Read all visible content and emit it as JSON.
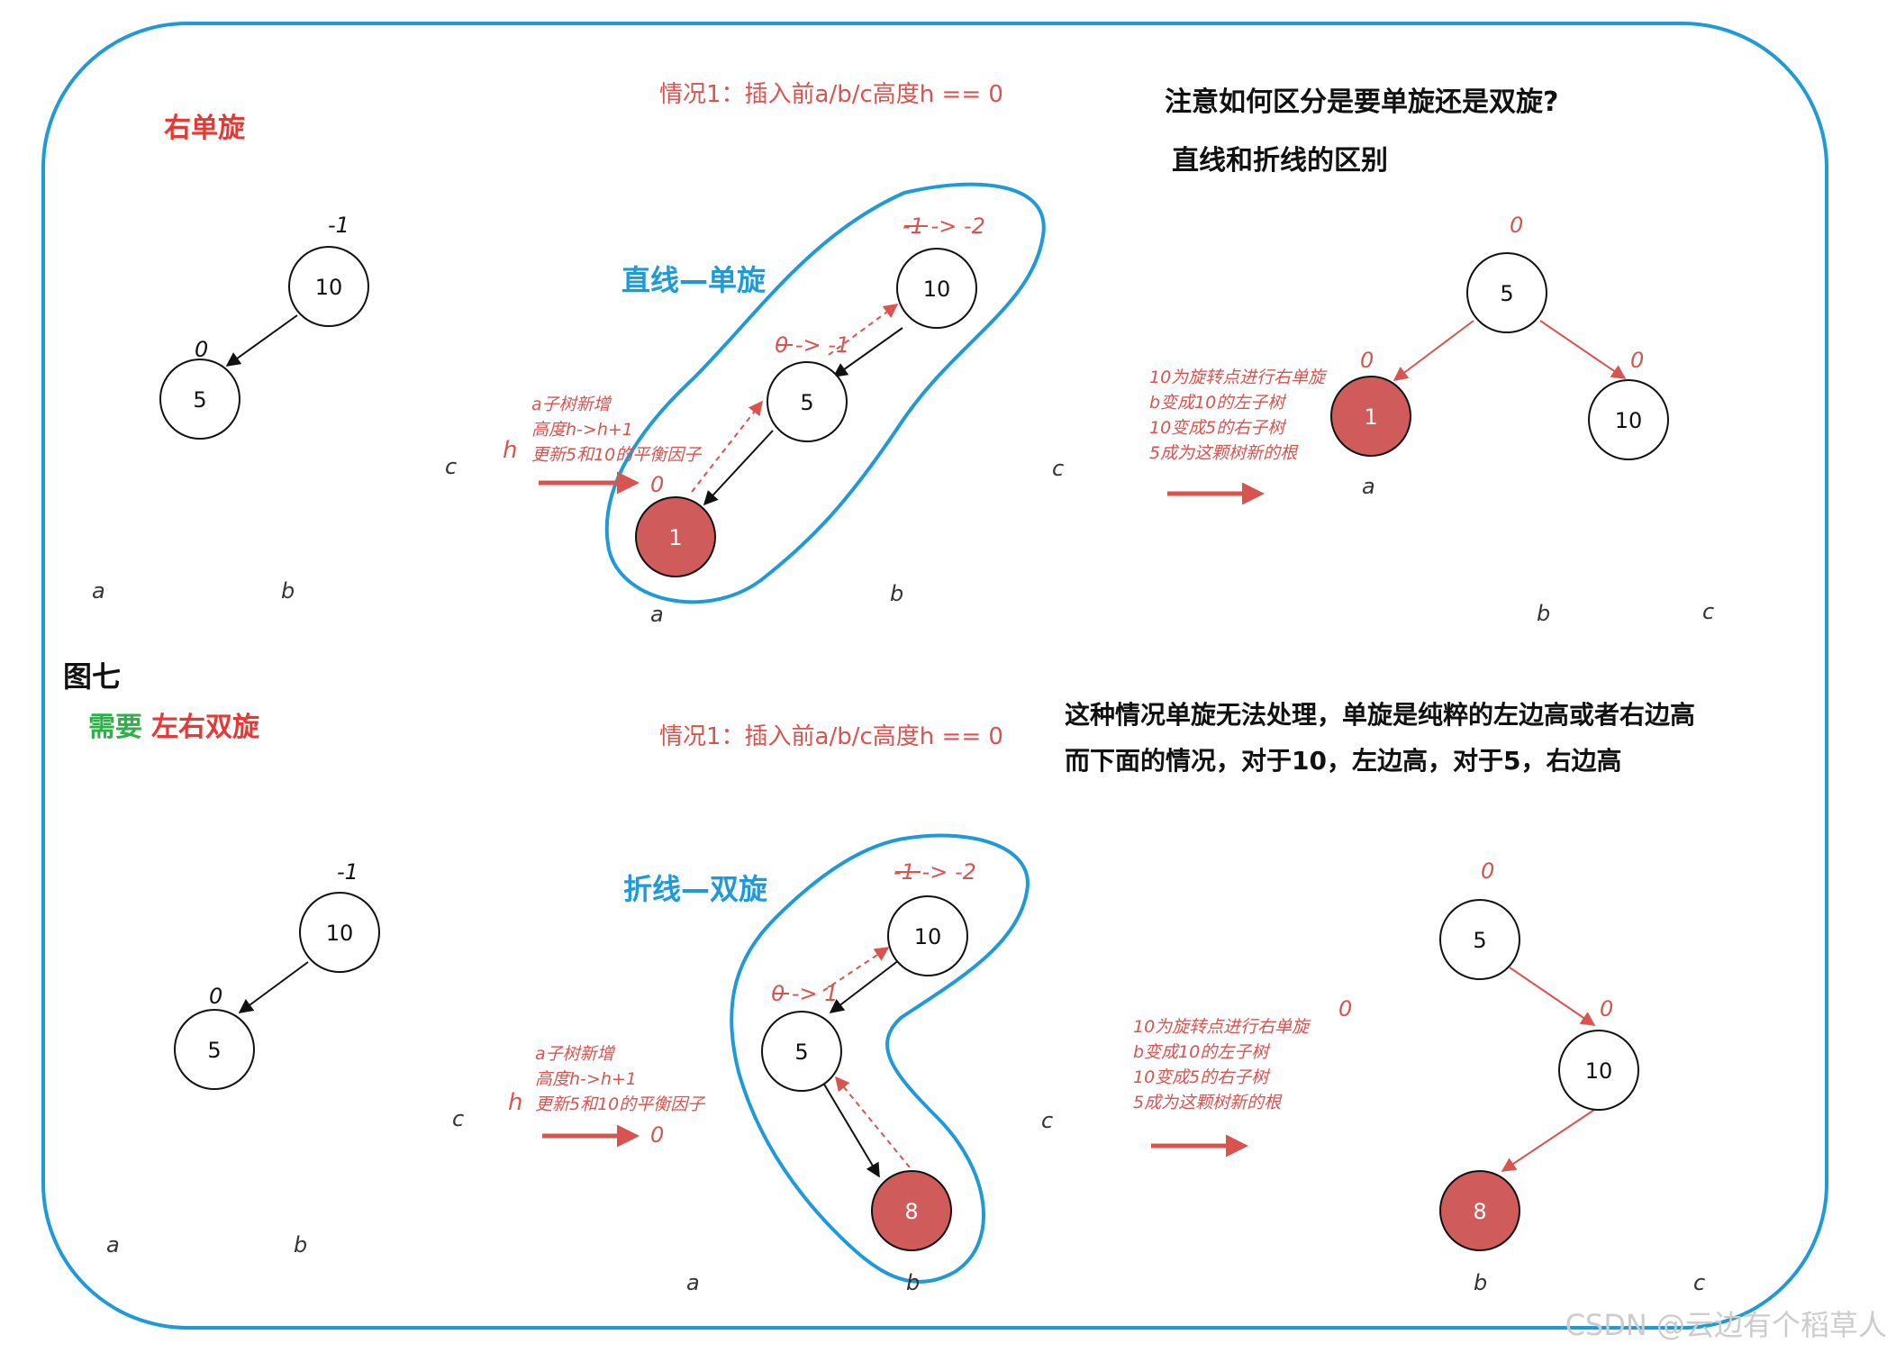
{
  "colors": {
    "accent_blue": "#1E9AD6",
    "red_text": "#E53935",
    "green_text": "#2FAE4A",
    "annot_red": "#D9534F",
    "node_fill_red": "#CF5B5B",
    "black": "#111111",
    "label_gray": "#333333"
  },
  "top": {
    "title": "右单旋",
    "condition": "情况1：插入前a/b/c高度h == 0",
    "note_line1": "注意如何区分是要单旋还是双旋?",
    "note_line2": "直线和折线的区别",
    "shape_label": "直线—单旋",
    "step1": {
      "root_bf": "-1",
      "root": "10",
      "child_bf": "0",
      "child": "5",
      "a": "a",
      "b": "b",
      "c": "c"
    },
    "step2": {
      "root_bf": "-1 -> -2",
      "root": "10",
      "child_bf": "0 -> -1",
      "child": "5",
      "new_bf": "0",
      "new_node": "1",
      "h": "h",
      "insert_note": [
        "a子树新增",
        "高度h->h+1",
        "更新5和10的平衡因子"
      ],
      "a": "a",
      "b": "b",
      "c": "c"
    },
    "step3": {
      "rotate_note": [
        "10为旋转点进行右单旋",
        "b变成10的左子树",
        "10变成5的右子树",
        "5成为这颗树新的根"
      ],
      "root_bf": "0",
      "root": "5",
      "left_bf": "0",
      "left": "1",
      "right_bf": "0",
      "right": "10",
      "a": "a",
      "b": "b",
      "c": "c"
    }
  },
  "section_label": "图七",
  "bottom": {
    "title_prefix": "需要",
    "title_main": "左右双旋",
    "condition": "情况1：插入前a/b/c高度h == 0",
    "note_line1": "这种情况单旋无法处理，单旋是纯粹的左边高或者右边高",
    "note_line2": "而下面的情况，对于10，左边高，对于5，右边高",
    "shape_label": "折线—双旋",
    "step1": {
      "root_bf": "-1",
      "root": "10",
      "child_bf": "0",
      "child": "5",
      "a": "a",
      "b": "b",
      "c": "c"
    },
    "step2": {
      "root_bf": "-1 -> -2",
      "root": "10",
      "child_bf": "0 -> 1",
      "child": "5",
      "new_bf": "0",
      "new_node": "8",
      "h": "h",
      "insert_note": [
        "a子树新增",
        "高度h->h+1",
        "更新5和10的平衡因子"
      ],
      "a": "a",
      "b": "b",
      "c": "c"
    },
    "step3": {
      "rotate_note": [
        "10为旋转点进行右单旋",
        "b变成10的左子树",
        "10变成5的右子树",
        "5成为这颗树新的根"
      ],
      "root_bf": "0",
      "root": "5",
      "bf_loose": "0",
      "right_bf": "0",
      "right": "10",
      "leaf": "8",
      "b": "b",
      "c": "c"
    }
  },
  "watermark": "CSDN @云边有个稻草人"
}
